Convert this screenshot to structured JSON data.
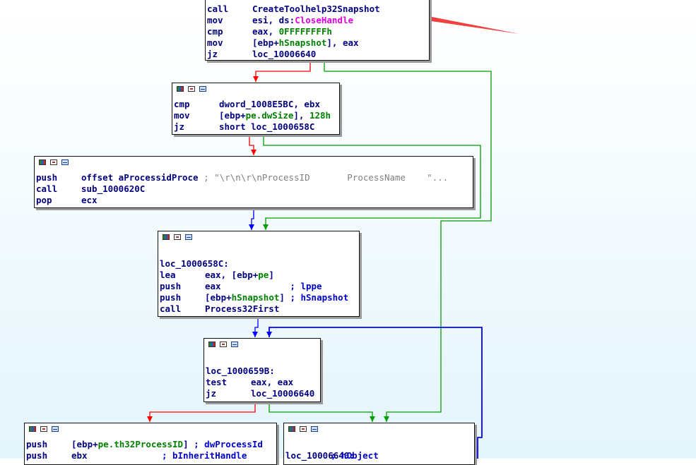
{
  "nodes": {
    "n1": {
      "lines": [
        [
          {
            "t": "call"
          },
          {
            "t": "CreateToolhelp32Snapshot"
          }
        ],
        [
          {
            "t": "mov"
          },
          {
            "t": "esi, ds:"
          },
          {
            "t": "CloseHandle",
            "c": "mag"
          }
        ],
        [
          {
            "t": "cmp"
          },
          {
            "t": "eax, "
          },
          {
            "t": "0FFFFFFFFh",
            "c": "green"
          }
        ],
        [
          {
            "t": "mov"
          },
          {
            "t": "[ebp+"
          },
          {
            "t": "hSnapshot",
            "c": "green"
          },
          {
            "t": "], eax"
          }
        ],
        [
          {
            "t": "jz"
          },
          {
            "t": "loc_10006640"
          }
        ]
      ]
    },
    "n2": {
      "lines": [
        [
          {
            "t": "cmp"
          },
          {
            "t": "dword_1008E5BC, ebx"
          }
        ],
        [
          {
            "t": "mov"
          },
          {
            "t": "[ebp+"
          },
          {
            "t": "pe.dwSize",
            "c": "green"
          },
          {
            "t": "], "
          },
          {
            "t": "128h",
            "c": "green"
          }
        ],
        [
          {
            "t": "jz"
          },
          {
            "t": "short loc_1000658C"
          }
        ]
      ]
    },
    "n3": {
      "lines": [
        [
          {
            "t": "push"
          },
          {
            "t": "offset aProcessidProce "
          },
          {
            "t": "; \"\\r\\n\\r\\nProcessID       ProcessName    \"...",
            "c": "cmt"
          }
        ],
        [
          {
            "t": "call"
          },
          {
            "t": "sub_1000620C"
          }
        ],
        [
          {
            "t": "pop"
          },
          {
            "t": "ecx"
          }
        ]
      ]
    },
    "n4": {
      "lines": [
        [
          {
            "t": ""
          }
        ],
        [
          {
            "t": "loc_1000658C:"
          }
        ],
        [
          {
            "t": "lea"
          },
          {
            "t": "eax, [ebp+"
          },
          {
            "t": "pe",
            "c": "green"
          },
          {
            "t": "]"
          }
        ],
        [
          {
            "t": "push"
          },
          {
            "t": "eax             "
          },
          {
            "t": "; lppe",
            "c": "blue"
          }
        ],
        [
          {
            "t": "push"
          },
          {
            "t": "[ebp+"
          },
          {
            "t": "hSnapshot",
            "c": "green"
          },
          {
            "t": "] "
          },
          {
            "t": "; hSnapshot",
            "c": "blue"
          }
        ],
        [
          {
            "t": "call"
          },
          {
            "t": "Process32First"
          }
        ]
      ]
    },
    "n5": {
      "lines": [
        [
          {
            "t": ""
          }
        ],
        [
          {
            "t": "loc_1000659B:"
          }
        ],
        [
          {
            "t": "test"
          },
          {
            "t": "eax, eax"
          }
        ],
        [
          {
            "t": "jz"
          },
          {
            "t": "loc_10006640"
          }
        ]
      ]
    },
    "n6": {
      "lines": [
        [
          {
            "t": "push"
          },
          {
            "t": "[ebp+"
          },
          {
            "t": "pe.th32ProcessID",
            "c": "green"
          },
          {
            "t": "] "
          },
          {
            "t": "; dwProcessId",
            "c": "blue"
          }
        ],
        [
          {
            "t": "push"
          },
          {
            "t": "ebx              "
          },
          {
            "t": "; bInheritHandle",
            "c": "blue"
          }
        ]
      ]
    },
    "n7": {
      "lines": [
        [
          {
            "t": ""
          }
        ],
        [
          {
            "t": "loc_10006640:               "
          },
          {
            "t": "; hObject",
            "c": "blue"
          }
        ]
      ]
    }
  },
  "colors": {
    "true_edge": "#00a000",
    "false_edge": "#ff0000",
    "flow_edge": "#0000ff",
    "pointer_arrow": "#f04040"
  }
}
